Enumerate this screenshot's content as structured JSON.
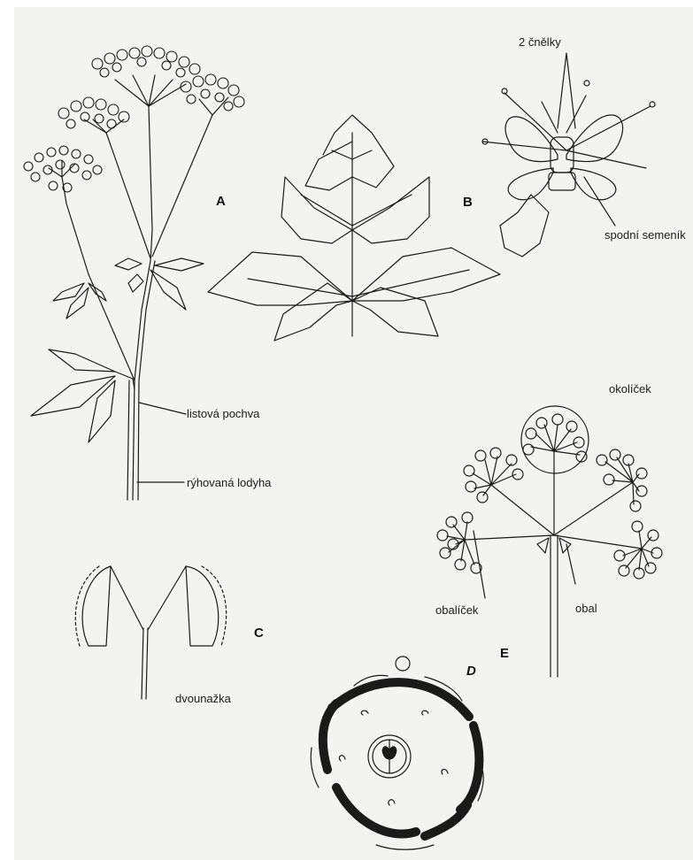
{
  "panels": {
    "a": {
      "letter": "A",
      "labels": {
        "sheath": "listová pochva",
        "stem": "rýhovaná lodyha"
      }
    },
    "b": {
      "letter": "B",
      "labels": {
        "styles": "2 čnělky",
        "ovary": "spodní semeník"
      }
    },
    "c": {
      "letter": "C",
      "labels": {
        "fruit": "dvounažka"
      }
    },
    "d": {
      "letter": "D"
    },
    "e": {
      "letter": "E",
      "labels": {
        "umbellet": "okolíček",
        "involucel": "obalíček",
        "involucre": "obal"
      }
    }
  },
  "colors": {
    "ink": "#1a1a1a",
    "paper": "#f3f3f1"
  }
}
